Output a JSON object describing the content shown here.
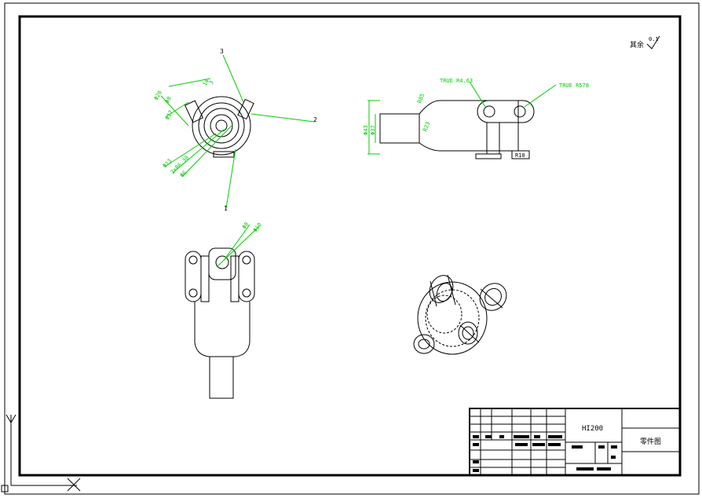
{
  "drawing": {
    "roughness_note": "其余",
    "roughness_value": "0.1",
    "balloons": [
      "1",
      "2",
      "3"
    ],
    "dims_top_view": [
      "Φ20",
      "Φ8",
      "14",
      "3",
      "Φ17",
      "Φ13",
      "2×R6.30",
      "Φ6"
    ],
    "dims_front_view": [
      "R85",
      "R23",
      "Φ43",
      "Φ37",
      "R10"
    ],
    "true_radius_1": "TRUE R4.63",
    "true_radius_2": "TRUE R578",
    "dims_side_view": [
      "Φ8",
      "Φ10"
    ],
    "axis_y": "Y",
    "axis_x": "X"
  },
  "title_block": {
    "drawing_code": "HI200",
    "drawing_name": "零件图"
  },
  "colors": {
    "line": "#000000",
    "dimension": "#00cc00",
    "background": "#ffffff"
  }
}
